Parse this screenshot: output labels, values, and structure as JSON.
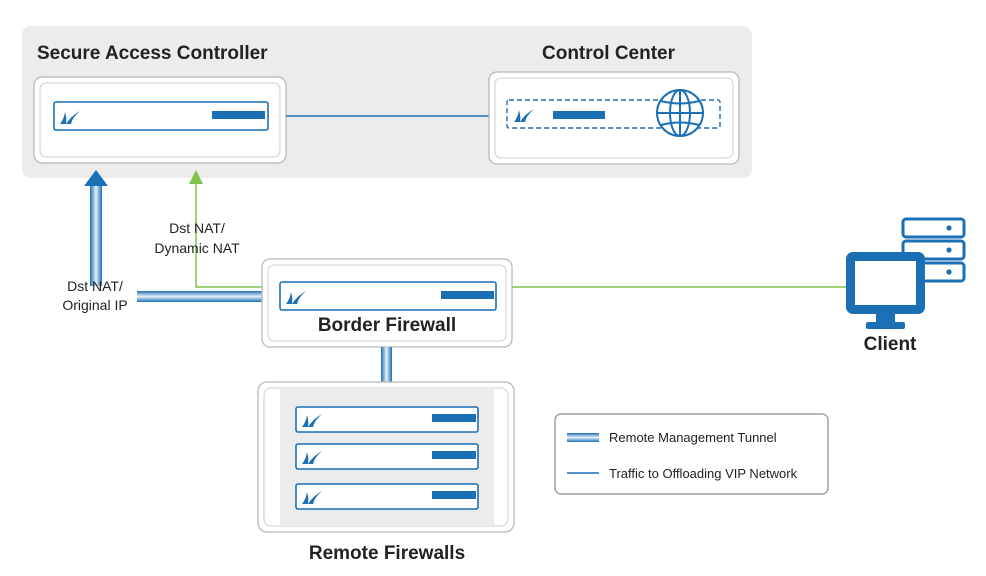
{
  "sac": {
    "title": "Secure Access Controller"
  },
  "control_center": {
    "title": "Control Center"
  },
  "border_firewall": {
    "title": "Border Firewall"
  },
  "remote_firewalls": {
    "title": "Remote Firewalls"
  },
  "client": {
    "title": "Client"
  },
  "labels": {
    "dst_nat_original_line1": "Dst NAT/",
    "dst_nat_original_line2": "Original IP",
    "dst_nat_dynamic_line1": "Dst NAT/",
    "dst_nat_dynamic_line2": "Dynamic NAT"
  },
  "legend": {
    "tunnel": "Remote Management Tunnel",
    "traffic": "Traffic to Offloading VIP Network"
  },
  "colors": {
    "brand_blue": "#1a6fb5",
    "accent_green": "#7fc24b",
    "panel_grey": "#ececec",
    "box_border": "#b8b8b8"
  },
  "icons": {
    "firewall": "barracuda-fin-icon",
    "globe": "globe-icon",
    "client": "monitor-server-icon"
  }
}
